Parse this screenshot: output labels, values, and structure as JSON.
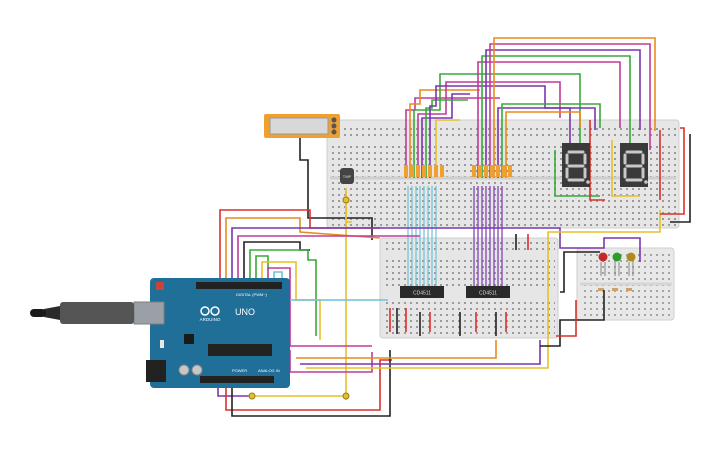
{
  "arduino": {
    "brand": "ARDUINO",
    "model": "UNO",
    "digital_label": "DIGITAL (PWM~)",
    "power_label": "POWER",
    "analog_label": "ANALOG IN"
  },
  "chips": [
    {
      "label": "CD4511"
    },
    {
      "label": "CD4511"
    }
  ],
  "sensor": {
    "label": "TMP"
  },
  "displays": [
    {
      "digit": "8."
    },
    {
      "digit": "8."
    }
  ],
  "colors": {
    "wire_red": "#d9302b",
    "wire_black": "#222222",
    "wire_green": "#3aa83a",
    "wire_purple": "#7a35b0",
    "wire_magenta": "#c23a9a",
    "wire_orange": "#e98a1f",
    "wire_yellow": "#e6c02a",
    "wire_blue": "#6fc0d8",
    "board_blue": "#1f6f98",
    "breadboard": "#e7e7e7",
    "seg_display": "#3a3a3a",
    "led_red": "#c62828",
    "led_green": "#2e9d2e",
    "led_yellow": "#b08a1a"
  },
  "icons": [
    "usb-cable-icon",
    "power-jack-icon",
    "reset-button-icon",
    "arduino-logo-icon"
  ]
}
